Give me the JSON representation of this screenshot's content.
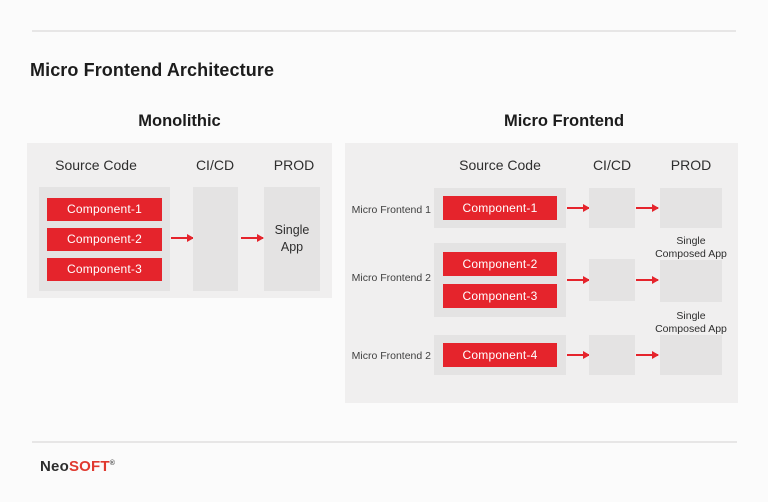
{
  "header": {
    "title": "Micro Frontend Architecture"
  },
  "monolithic": {
    "title": "Monolithic",
    "columns": {
      "source": "Source Code",
      "cicd": "CI/CD",
      "prod": "PROD"
    },
    "components": [
      "Component-1",
      "Component-2",
      "Component-3"
    ],
    "prod_text": "Single App"
  },
  "micro_frontend": {
    "title": "Micro Frontend",
    "columns": {
      "source": "Source Code",
      "cicd": "CI/CD",
      "prod": "PROD"
    },
    "rows": [
      {
        "label": "Micro Frontend 1",
        "components": [
          "Component-1"
        ]
      },
      {
        "label": "Micro Frontend 2",
        "components": [
          "Component-2",
          "Component-3"
        ]
      },
      {
        "label": "Micro Frontend 2",
        "components": [
          "Component-4"
        ]
      }
    ],
    "composed_labels": [
      "Single Composed App",
      "Single Composed App"
    ]
  },
  "footer": {
    "brand_dark": "Neo",
    "brand_red": "SOFT",
    "registered_mark": "®"
  },
  "colors": {
    "accent_red": "#e5242c",
    "page_bg": "#fbfbfb",
    "panel_bg": "#f0efef",
    "box_bg": "#e4e3e3",
    "rule": "#e7e6e6"
  }
}
